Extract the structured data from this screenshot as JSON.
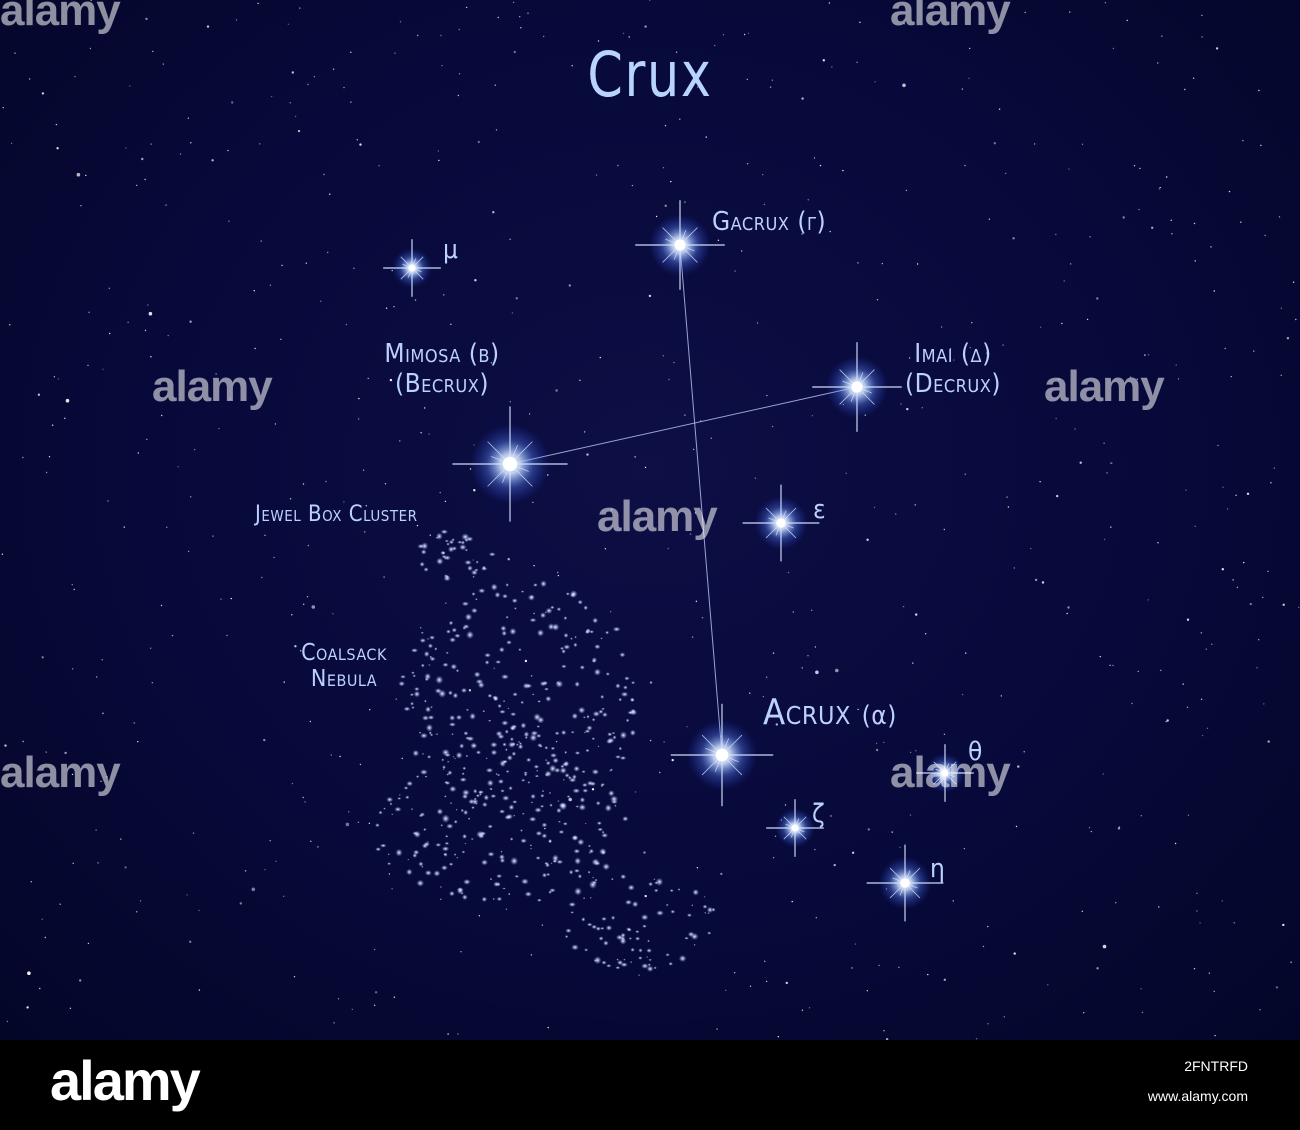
{
  "title": "Crux",
  "stars": {
    "gacrux": "Gacrux (γ)",
    "mimosa": "Mimosa (β)",
    "becrux": "(Becrux)",
    "imai": "Imai (δ)",
    "decrux": "(Decrux)",
    "acrux": "Acrux",
    "acrux_greek": "(α)",
    "mu": "μ",
    "epsilon": "ε",
    "theta": "θ",
    "zeta": "ζ",
    "eta": "η"
  },
  "objects": {
    "jewel_box": "Jewel Box Cluster",
    "coalsack_1": "Coalsack",
    "coalsack_2": "Nebula"
  },
  "watermark": {
    "logo_text": "alamy",
    "image_id": "2FNTRFD",
    "url": "www.alamy.com"
  },
  "colors": {
    "sky": "#07093a",
    "label": "#bcd1ff",
    "star_core": "#ffffff",
    "star_glow": "#7fb0ff"
  }
}
